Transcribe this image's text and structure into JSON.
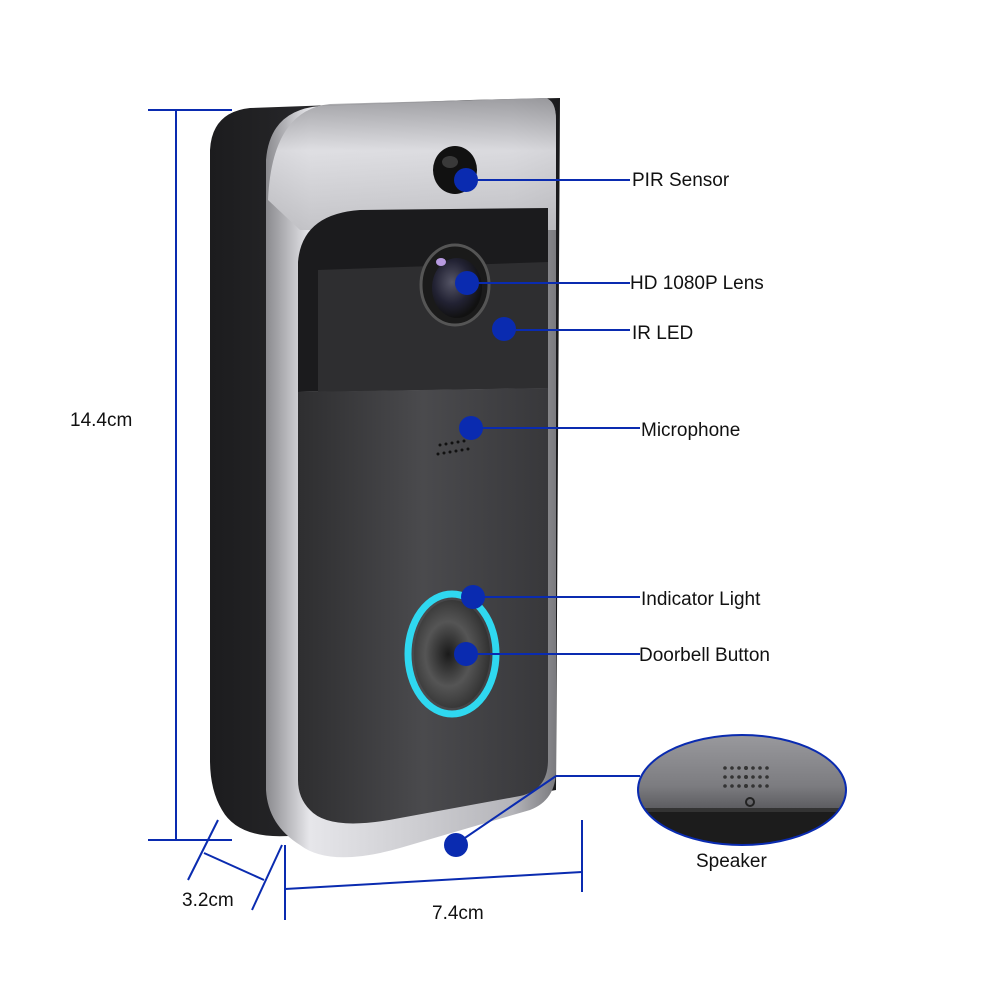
{
  "title": "Video Doorbell Product Diagram",
  "colors": {
    "accent": "#0a2bb0",
    "ring": "#2fd8f0",
    "body_dark": "#2c2c2e",
    "face_dark": "#3a3a3c",
    "silver": "#c8c8cc"
  },
  "callouts": [
    {
      "id": "pir-sensor",
      "label": "PIR Sensor"
    },
    {
      "id": "lens",
      "label": "HD 1080P Lens"
    },
    {
      "id": "ir-led",
      "label": "IR LED"
    },
    {
      "id": "microphone",
      "label": "Microphone"
    },
    {
      "id": "indicator-light",
      "label": "Indicator Light"
    },
    {
      "id": "doorbell-button",
      "label": "Doorbell Button"
    },
    {
      "id": "speaker",
      "label": "Speaker"
    }
  ],
  "dimensions": {
    "height": "14.4cm",
    "depth": "3.2cm",
    "width": "7.4cm"
  }
}
